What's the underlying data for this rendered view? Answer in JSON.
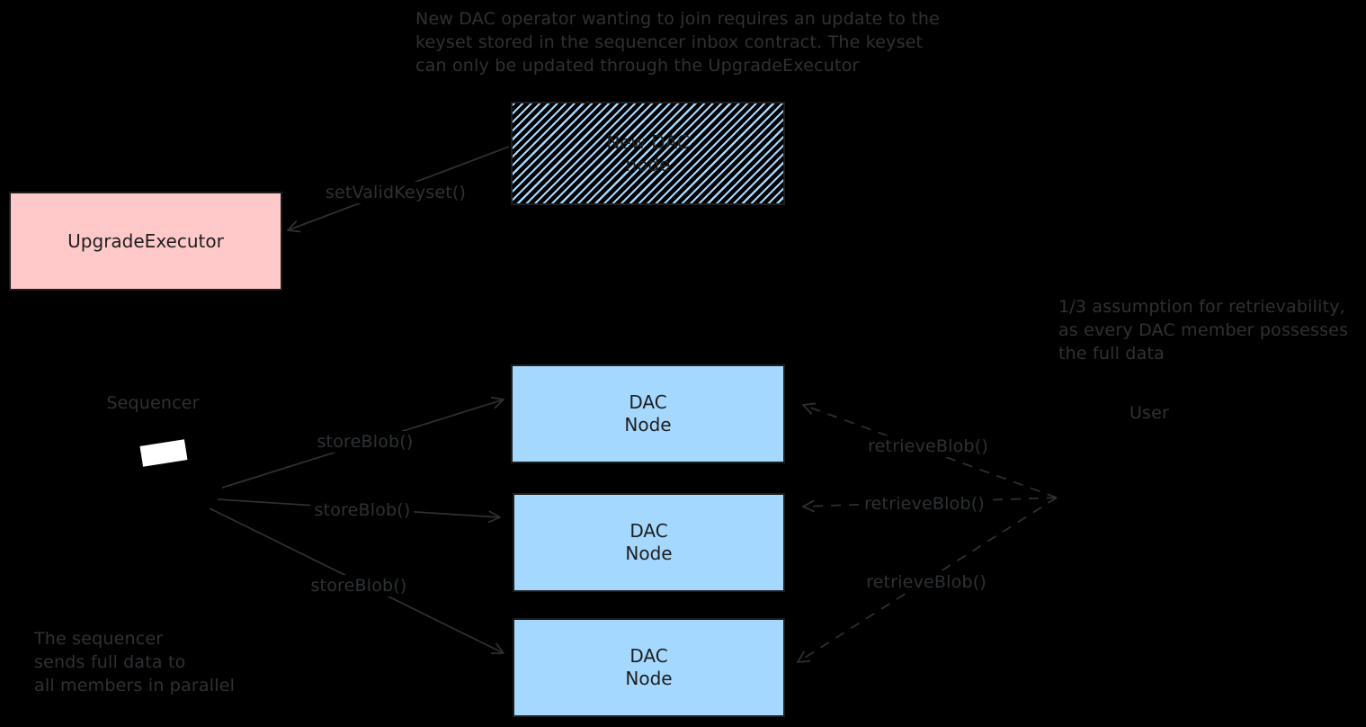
{
  "colors": {
    "background": "#000000",
    "ink_on_black": "#2e3134",
    "shape_stroke": "#1e1e1e",
    "pink_fill": "#ffc9c9",
    "light_blue": "#a5d8ff",
    "white": "#ffffff"
  },
  "notes": {
    "top": "New DAC operator wanting to join requires an update to the\nkeyset stored in the sequencer inbox contract. The keyset\ncan only be updated through the UpgradeExecutor",
    "retrievability": "1/3 assumption for retrievability,\nas every DAC member possesses\nthe full data",
    "sequencer_parallel": "The sequencer\nsends full data to\nall members in parallel"
  },
  "nodes": {
    "new_dac": {
      "label": "New DAC\nnode"
    },
    "upgrade_executor": {
      "label": "UpgradeExecutor"
    },
    "dac": [
      {
        "label": "DAC\nNode"
      },
      {
        "label": "DAC\nNode"
      },
      {
        "label": "DAC\nNode"
      }
    ]
  },
  "actors": {
    "sequencer": "Sequencer",
    "user": "User"
  },
  "edges": {
    "set_valid_keyset": "setValidKeyset()",
    "store_blob": [
      "storeBlob()",
      "storeBlob()",
      "storeBlob()"
    ],
    "retrieve_blob": [
      "retrieveBlob()",
      "retrieveBlob()",
      "retrieveBlob()"
    ]
  }
}
